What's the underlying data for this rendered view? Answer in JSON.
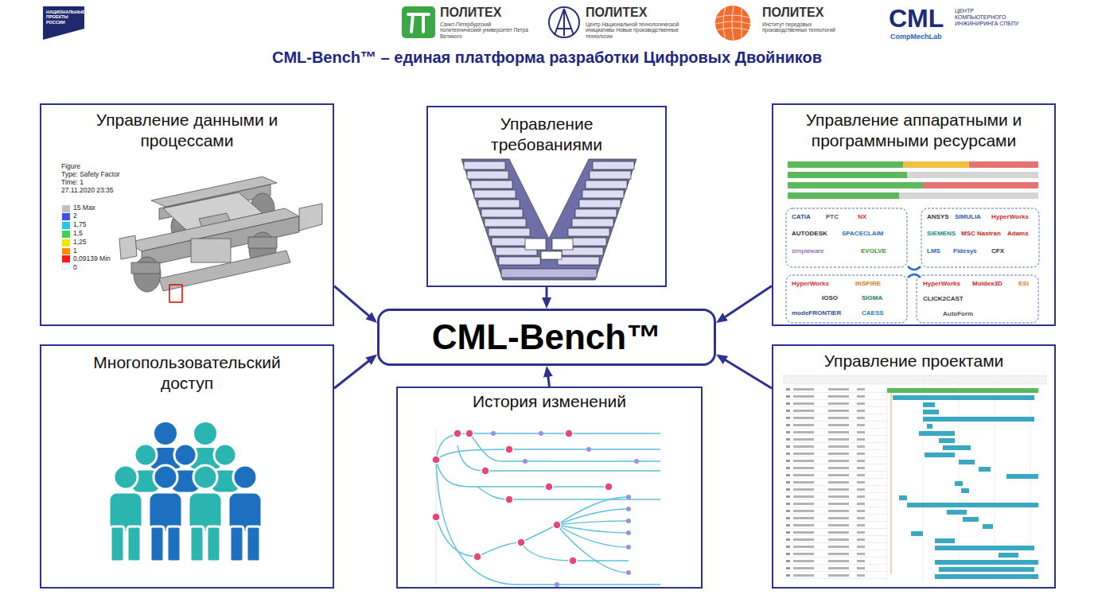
{
  "diagram": {
    "title": "CML-Bench™ – единая платформа разработки Цифровых Двойников",
    "nodes": [
      {
        "text": [
          "Управление данными и процессами"
        ]
      },
      {
        "text": [
          "Управление требованиями"
        ]
      },
      {
        "text": [
          "Управление аппаратными и программными ресурсами"
        ]
      },
      {
        "text": [
          "CML-Bench™"
        ]
      },
      {
        "text": [
          "Многопользовательский доступ"
        ]
      },
      {
        "text": [
          "История изменений"
        ]
      },
      {
        "text": [
          "Управление проектами"
        ]
      }
    ],
    "edges": [
      {
        "from": 0,
        "to": 3,
        "arrow": "to"
      },
      {
        "from": 1,
        "to": 3,
        "arrow": "to"
      },
      {
        "from": 2,
        "to": 3,
        "arrow": "to"
      },
      {
        "from": 4,
        "to": 3,
        "arrow": "to"
      },
      {
        "from": 5,
        "to": 3,
        "arrow": "to"
      },
      {
        "from": 6,
        "to": 3,
        "arrow": "to"
      }
    ],
    "labels": [
      "НАЦИОНАЛЬНЫЕ ПРОЕКТЫ РОССИИ",
      "ПОЛИТЕХ",
      "Санкт-Петербургский политехнический университет Петра Великого",
      "ПОЛИТЕХ",
      "Центр Национальной технологической инициативы Новые производственные технологии",
      "ПОЛИТЕХ",
      "Институт передовых производственных технологий",
      "CML",
      "ЦЕНТР КОМПЬЮТЕРНОГО ИНЖИНИРИНГА СПБПУ",
      "CompMechLab",
      "Figure",
      "Type: Safety Factor",
      "Time: 1",
      "27.11.2020 23:35",
      "15 Max",
      "2",
      "1,75",
      "1,5",
      "1,25",
      "1",
      "0,09139 Min",
      "0",
      "CATIA",
      "PTC",
      "NX",
      "AUTODESK",
      "SPACECLAIM",
      "simpleware",
      "EVOLVE",
      "ANSYS",
      "SIMULIA",
      "HyperWorks",
      "SIEMENS",
      "MSC Nastran",
      "Adams",
      "LMS",
      "Fidesys",
      "CFX",
      "HyperWorks",
      "INSPIRE",
      "IOSO",
      "SIGMA",
      "modeFRONTIER",
      "CAESS",
      "HyperWorks",
      "Moldex3D",
      "ESI",
      "CLICK2CAST",
      "AutoForm"
    ]
  }
}
